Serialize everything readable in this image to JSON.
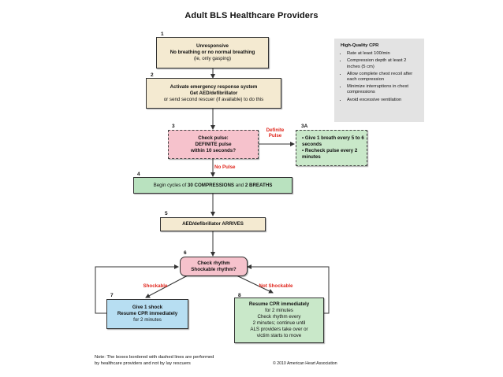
{
  "title": "Adult BLS Healthcare Providers",
  "steps": {
    "s1": {
      "num": "1",
      "line1": "Unresponsive",
      "line2": "No breathing or no normal breathing",
      "line3": "(ie, only gasping)"
    },
    "s2": {
      "num": "2",
      "line1": "Activate emergency response system",
      "line2": "Get AED/defibrillator",
      "line3": "or send second rescuer (if available) to do this"
    },
    "s3": {
      "num": "3",
      "line1": "Check pulse:",
      "line2": "DEFINITE pulse",
      "line3": "within 10 seconds?"
    },
    "s3a": {
      "num": "3A",
      "bullet1": "Give 1 breath every 5 to 6 seconds",
      "bullet2": "Recheck pulse every 2 minutes"
    },
    "s4": {
      "num": "4",
      "pre": "Begin cycles of ",
      "bold1": "30 COMPRESSIONS",
      "mid": " and ",
      "bold2": "2 BREATHS"
    },
    "s5": {
      "num": "5",
      "text": "AED/defibrillator ARRIVES"
    },
    "s6": {
      "num": "6",
      "line1": "Check rhythm",
      "line2": "Shockable rhythm?"
    },
    "s7": {
      "num": "7",
      "line1": "Give 1 shock",
      "line2": "Resume CPR immediately",
      "line3": "for 2 minutes"
    },
    "s8": {
      "num": "8",
      "line1": "Resume CPR immediately",
      "line2": "for 2 minutes",
      "line3": "Check rhythm every",
      "line4": "2 minutes; continue until",
      "line5": "ALS providers take over or",
      "line6": "victim starts to move"
    }
  },
  "labels": {
    "definite_pulse_1": "Definite",
    "definite_pulse_2": "Pulse",
    "no_pulse": "No Pulse",
    "shockable": "Shockable",
    "not_shockable": "Not Shockable"
  },
  "cpr": {
    "heading": "High-Quality CPR",
    "items": [
      "Rate at least 100/min",
      "Compression depth at least 2 inches (5 cm)",
      "Allow complete chest recoil after each compression",
      "Minimize interruptions in chest compressions",
      "Avoid excessive ventilation"
    ]
  },
  "footer": {
    "note_line1": "Note: The boxes bordered with dashed lines are performed",
    "note_line2": "by healthcare providers and not by lay rescuers",
    "copyright": "© 2010 American Heart Association"
  },
  "colors": {
    "tan": "#f4ead1",
    "green": "#c9e8c9",
    "pink": "#f6c2cc",
    "blue": "#b7def2",
    "grey": "#e3e3e3",
    "red_label": "#e0261c"
  }
}
